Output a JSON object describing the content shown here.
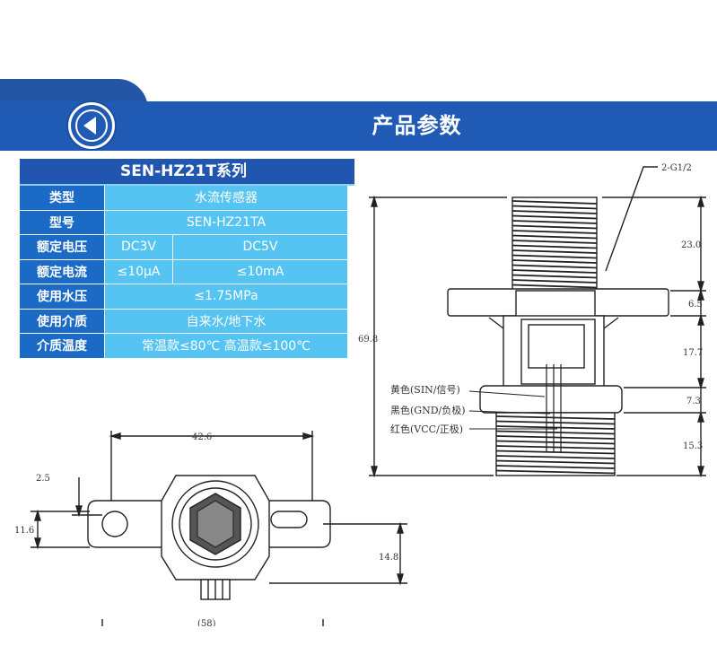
{
  "banner": {
    "title": "产品参数"
  },
  "spec_table": {
    "title": "SEN-HZ21T系列",
    "rows": [
      {
        "label": "类型",
        "values": [
          "水流传感器"
        ]
      },
      {
        "label": "型号",
        "values": [
          "SEN-HZ21TA"
        ]
      },
      {
        "label": "额定电压",
        "values": [
          "DC3V",
          "DC5V"
        ]
      },
      {
        "label": "额定电流",
        "values": [
          "≤10μA",
          "≤10mA"
        ]
      },
      {
        "label": "使用水压",
        "values": [
          "≤1.75MPa"
        ]
      },
      {
        "label": "使用介质",
        "values": [
          "自来水/地下水"
        ]
      },
      {
        "label": "介质温度",
        "values": [
          "常温款≤80℃ 高温款≤100℃"
        ]
      }
    ]
  },
  "side_drawing": {
    "thread_label": "2-G1/2",
    "dims": {
      "overall": "69.8",
      "thread_top": "23.0",
      "flange": "6.5",
      "body": "17.7",
      "lower": "7.3",
      "thread_bottom": "15.3"
    },
    "wires": [
      "黄色(SIN/信号)",
      "黑色(GND/负极)",
      "红色(VCC/正极)"
    ]
  },
  "top_drawing": {
    "dims": {
      "width": "42.6",
      "slot": "2.5",
      "height": "11.6",
      "offset": "14.8",
      "bottom_partial": "(58)"
    }
  }
}
